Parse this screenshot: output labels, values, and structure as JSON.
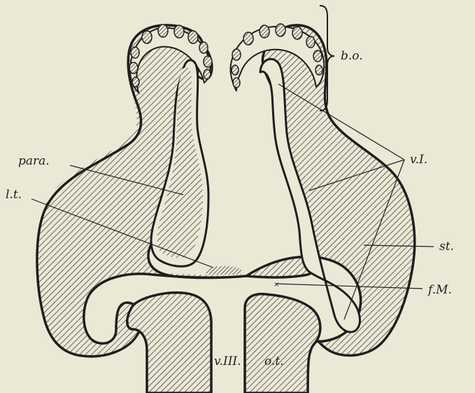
{
  "labels": {
    "bo": "b.o.",
    "para": "para.",
    "vI": "v.I.",
    "lt": "l.t.",
    "st": "st.",
    "fM": "f.M.",
    "vIII": "v.III.",
    "ot": "o.t."
  },
  "colors": {
    "background": "#ebe8d6",
    "ink": "#1e1e1e",
    "hatch": "#2b2b2b"
  }
}
